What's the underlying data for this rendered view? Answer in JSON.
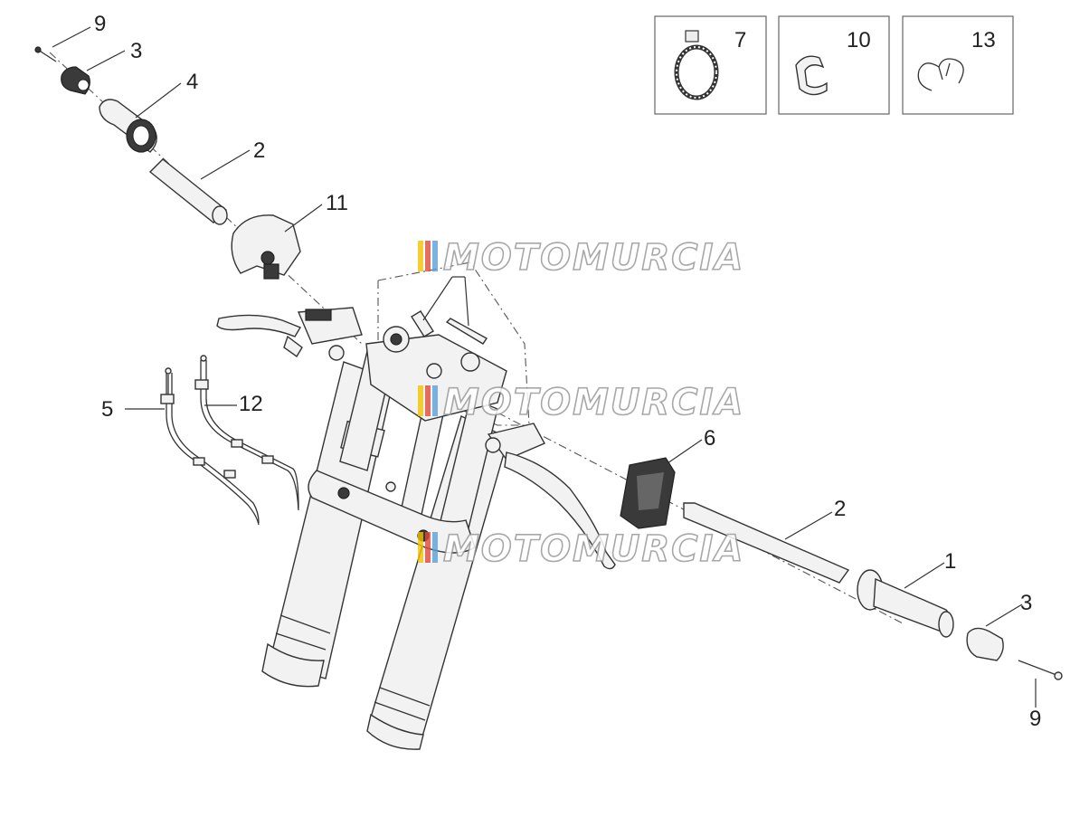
{
  "callouts": {
    "c9_top": "9",
    "c3_top": "3",
    "c4": "4",
    "c2_top": "2",
    "c11": "11",
    "c5": "5",
    "c12": "12",
    "c6": "6",
    "c2_right": "2",
    "c1": "1",
    "c3_right": "3",
    "c9_right": "9"
  },
  "insets": [
    {
      "label": "7"
    },
    {
      "label": "10"
    },
    {
      "label": "13"
    }
  ],
  "watermark": "MOTOMURCIA",
  "colors": {
    "ink": "#333333",
    "watermark_stripe_1": "#f2c200",
    "watermark_stripe_2": "#e04a3a",
    "watermark_stripe_3": "#5aa0d8"
  }
}
